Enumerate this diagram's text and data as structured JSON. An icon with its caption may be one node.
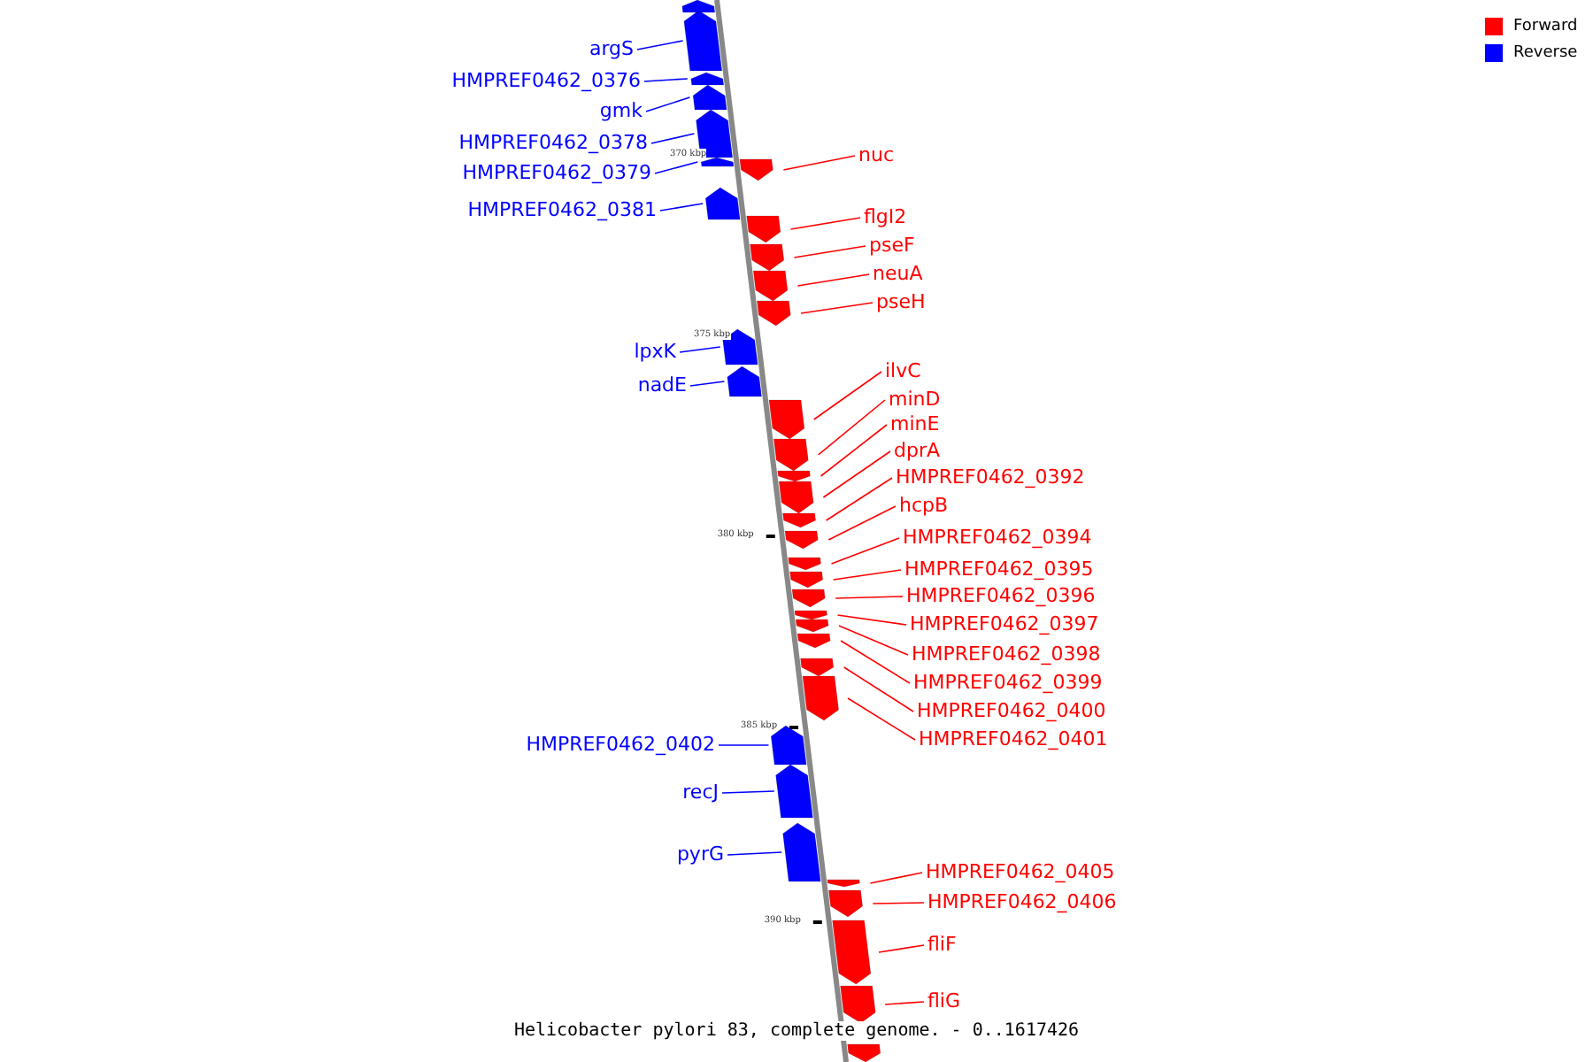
{
  "diagram": {
    "caption": "Helicobacter pylori 83, complete genome. - 0..1617426",
    "nodes": [
      {
        "text": [
          "argS"
        ]
      },
      {
        "text": [],
        "shape": "bar"
      },
      {
        "text": [
          "HMPREF0462_0376"
        ]
      },
      {
        "text": [],
        "shape": "bar"
      },
      {
        "text": [
          "gmk"
        ]
      },
      {
        "text": [],
        "shape": "bar"
      },
      {
        "text": [
          "HMPREF0462_0378"
        ]
      },
      {
        "text": [],
        "shape": "bar"
      },
      {
        "text": [
          "nuc"
        ]
      },
      {
        "text": [],
        "shape": "bar"
      },
      {
        "text": [
          "HMPREF0462_0379"
        ]
      },
      {
        "text": [],
        "shape": "bar"
      },
      {
        "text": [
          "HMPREF0462_0381"
        ]
      },
      {
        "text": [],
        "shape": "bar"
      },
      {
        "text": [
          "flgI2"
        ]
      },
      {
        "text": [],
        "shape": "bar"
      },
      {
        "text": [
          "pseF"
        ]
      },
      {
        "text": [],
        "shape": "bar"
      },
      {
        "text": [
          "neuA"
        ]
      },
      {
        "text": [],
        "shape": "bar"
      },
      {
        "text": [
          "pseH"
        ]
      },
      {
        "text": [],
        "shape": "bar"
      },
      {
        "text": [
          "lpxK"
        ]
      },
      {
        "text": [],
        "shape": "bar"
      },
      {
        "text": [
          "nadE"
        ]
      },
      {
        "text": [],
        "shape": "bar"
      },
      {
        "text": [
          "ilvC"
        ]
      },
      {
        "text": [],
        "shape": "bar"
      },
      {
        "text": [
          "minD"
        ]
      },
      {
        "text": [],
        "shape": "bar"
      },
      {
        "text": [
          "minE"
        ]
      },
      {
        "text": [],
        "shape": "bar"
      },
      {
        "text": [
          "dprA"
        ]
      },
      {
        "text": [],
        "shape": "bar"
      },
      {
        "text": [
          "HMPREF0462_0392"
        ]
      },
      {
        "text": [],
        "shape": "bar"
      },
      {
        "text": [
          "hcpB"
        ]
      },
      {
        "text": [],
        "shape": "bar"
      },
      {
        "text": [
          "HMPREF0462_0394"
        ]
      },
      {
        "text": [],
        "shape": "bar"
      },
      {
        "text": [
          "HMPREF0462_0395"
        ]
      },
      {
        "text": [],
        "shape": "bar"
      },
      {
        "text": [
          "HMPREF0462_0396"
        ]
      },
      {
        "text": [],
        "shape": "bar"
      },
      {
        "text": [
          "HMPREF0462_0397"
        ]
      },
      {
        "text": [],
        "shape": "bar"
      },
      {
        "text": [
          "HMPREF0462_0398"
        ]
      },
      {
        "text": [],
        "shape": "bar"
      },
      {
        "text": [
          "HMPREF0462_0399"
        ]
      },
      {
        "text": [],
        "shape": "bar"
      },
      {
        "text": [
          "HMPREF0462_0400"
        ]
      },
      {
        "text": [],
        "shape": "bar"
      },
      {
        "text": [
          "HMPREF0462_0401"
        ]
      },
      {
        "text": [],
        "shape": "bar"
      },
      {
        "text": [
          "HMPREF0462_0402"
        ]
      },
      {
        "text": [],
        "shape": "bar"
      },
      {
        "text": [
          "recJ"
        ]
      },
      {
        "text": [],
        "shape": "bar"
      },
      {
        "text": [
          "pyrG"
        ]
      },
      {
        "text": [],
        "shape": "bar"
      },
      {
        "text": [
          "HMPREF0462_0405"
        ]
      },
      {
        "text": [],
        "shape": "bar"
      },
      {
        "text": [
          "HMPREF0462_0406"
        ]
      },
      {
        "text": [],
        "shape": "bar"
      },
      {
        "text": [
          "fliF"
        ]
      },
      {
        "text": [],
        "shape": "bar"
      },
      {
        "text": [
          "fliG"
        ]
      },
      {
        "text": [],
        "shape": "bar"
      },
      {
        "text": [],
        "shape": "bar"
      },
      {
        "text": [],
        "shape": "bar"
      }
    ],
    "edges": [
      {
        "from": 0,
        "to": 1,
        "arrow": "none",
        "color": "#0000ff"
      },
      {
        "from": 2,
        "to": 3,
        "arrow": "none",
        "color": "#0000ff"
      },
      {
        "from": 4,
        "to": 5,
        "arrow": "none",
        "color": "#0000ff"
      },
      {
        "from": 6,
        "to": 7,
        "arrow": "none",
        "color": "#0000ff"
      },
      {
        "from": 8,
        "to": 9,
        "arrow": "none"
      },
      {
        "from": 10,
        "to": 11,
        "arrow": "none",
        "color": "#0000ff"
      },
      {
        "from": 12,
        "to": 13,
        "arrow": "none",
        "color": "#0000ff"
      },
      {
        "from": 14,
        "to": 15,
        "arrow": "none"
      },
      {
        "from": 16,
        "to": 17,
        "arrow": "none"
      },
      {
        "from": 18,
        "to": 19,
        "arrow": "none"
      },
      {
        "from": 20,
        "to": 21,
        "arrow": "none"
      },
      {
        "from": 22,
        "to": 23,
        "arrow": "none",
        "color": "#0000ff"
      },
      {
        "from": 24,
        "to": 25,
        "arrow": "none",
        "color": "#0000ff"
      },
      {
        "from": 26,
        "to": 27,
        "arrow": "none"
      },
      {
        "from": 28,
        "to": 29,
        "arrow": "none"
      },
      {
        "from": 30,
        "to": 31,
        "arrow": "none"
      },
      {
        "from": 32,
        "to": 33,
        "arrow": "none"
      },
      {
        "from": 34,
        "to": 35,
        "arrow": "none"
      },
      {
        "from": 36,
        "to": 37,
        "arrow": "none"
      },
      {
        "from": 38,
        "to": 39,
        "arrow": "none"
      },
      {
        "from": 40,
        "to": 41,
        "arrow": "none"
      },
      {
        "from": 42,
        "to": 43,
        "arrow": "none"
      },
      {
        "from": 44,
        "to": 45,
        "arrow": "none"
      },
      {
        "from": 46,
        "to": 47,
        "arrow": "none"
      },
      {
        "from": 48,
        "to": 49,
        "arrow": "none"
      },
      {
        "from": 50,
        "to": 51,
        "arrow": "none"
      },
      {
        "from": 52,
        "to": 53,
        "arrow": "none"
      },
      {
        "from": 54,
        "to": 55,
        "arrow": "none",
        "color": "#0000ff"
      },
      {
        "from": 56,
        "to": 57,
        "arrow": "none",
        "color": "#0000ff"
      },
      {
        "from": 58,
        "to": 59,
        "arrow": "none",
        "color": "#0000ff"
      },
      {
        "from": 60,
        "to": 61,
        "arrow": "none"
      },
      {
        "from": 62,
        "to": 63,
        "arrow": "none"
      },
      {
        "from": 64,
        "to": 65,
        "arrow": "none"
      },
      {
        "from": 66,
        "to": 67,
        "arrow": "none"
      }
    ],
    "labels": [
      "370 kbp",
      "375 kbp",
      "380 kbp",
      "385 kbp",
      "390 kbp"
    ],
    "legend": [
      {
        "text": "Forward",
        "color": "#ff0000"
      },
      {
        "text": "Reverse",
        "color": "#0000ff"
      }
    ]
  }
}
